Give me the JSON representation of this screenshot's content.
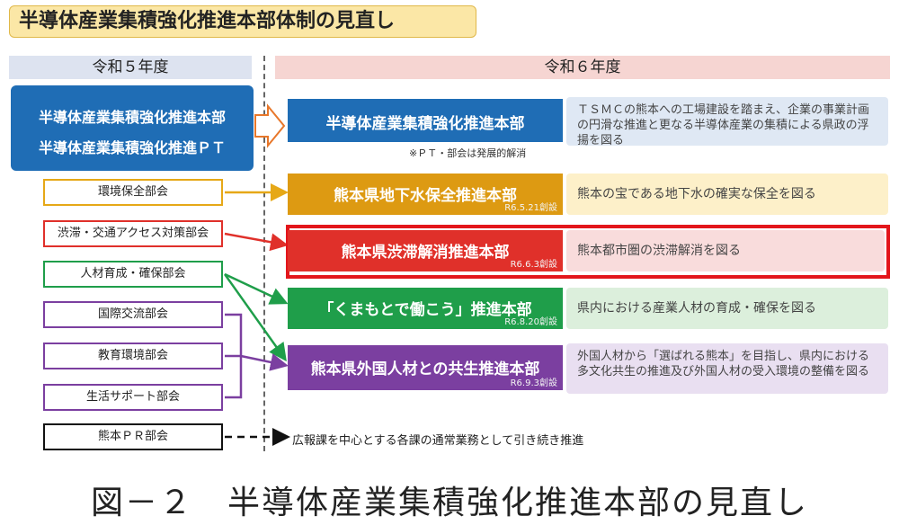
{
  "title": "半導体産業集積強化推進本部体制の見直し",
  "headers": {
    "reiwa5": "令和５年度",
    "reiwa6": "令和６年度"
  },
  "old_main": {
    "line1": "半導体産業集積強化推進本部",
    "line2": "半導体産業集積強化推進ＰＴ"
  },
  "committees": [
    {
      "label": "環境保全部会",
      "color": "#e6a817"
    },
    {
      "label": "渋滞・交通アクセス対策部会",
      "color": "#e0302a"
    },
    {
      "label": "人材育成・確保部会",
      "color": "#1f9e4a"
    },
    {
      "label": "国際交流部会",
      "color": "#7b3fa0"
    },
    {
      "label": "教育環境部会",
      "color": "#7b3fa0"
    },
    {
      "label": "生活サポート部会",
      "color": "#7b3fa0"
    },
    {
      "label": "熊本ＰＲ部会",
      "color": "#111111"
    }
  ],
  "new_bodies": [
    {
      "label": "半導体産業集積強化推進本部",
      "date": "",
      "color": "#1f6db5",
      "desc": "ＴＳＭＣの熊本への工場建設を踏まえ、企業の事業計画の円滑な推進と更なる半導体産業の集積による県政の浮揚を図る",
      "desc_bg": "#dfe8f4"
    },
    {
      "label": "熊本県地下水保全推進本部",
      "date": "R6.5.21創設",
      "color": "#dd9a12",
      "desc": "熊本の宝である地下水の確実な保全を図る",
      "desc_bg": "#fdf0c9"
    },
    {
      "label": "熊本県渋滞解消推進本部",
      "date": "R6.6.3創設",
      "color": "#e0302a",
      "desc": "熊本都市圏の渋滞解消を図る",
      "desc_bg": "#f9dcdc"
    },
    {
      "label": "「くまもとで働こう」推進本部",
      "date": "R6.8.20創設",
      "color": "#1f9e4a",
      "desc": "県内における産業人材の育成・確保を図る",
      "desc_bg": "#dcefdc"
    },
    {
      "label": "熊本県外国人材との共生推進本部",
      "date": "R6.9.3創設",
      "color": "#7b3fa0",
      "desc": "外国人材から「選ばれる熊本」を目指し、県内における多文化共生の推進及び外国人材の受入環境の整備を図る",
      "desc_bg": "#e9dff1"
    }
  ],
  "pt_note": "※ＰＴ・部会は発展的解消",
  "pr_note": "広報課を中心とする各課の通常業務として引き続き推進",
  "caption": "図－２　半導体産業集積強化推進本部の見直し"
}
